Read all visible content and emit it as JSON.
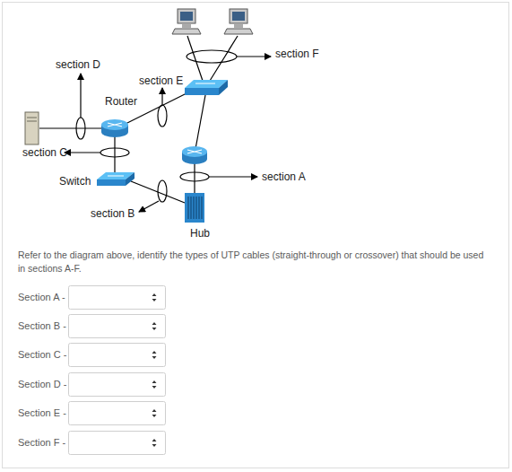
{
  "diagram": {
    "labels": [
      "section F",
      "section D",
      "section E",
      "Router",
      "section C",
      "section A",
      "Switch",
      "section B",
      "Hub",
      "Refer to the diagram above, identify the types of UTP cables (straight-through or crossover) that should be used in sections A-F.",
      "Section A -",
      "Section B -",
      "Section C -",
      "Section D -",
      "Section E -",
      "Section F -"
    ]
  }
}
